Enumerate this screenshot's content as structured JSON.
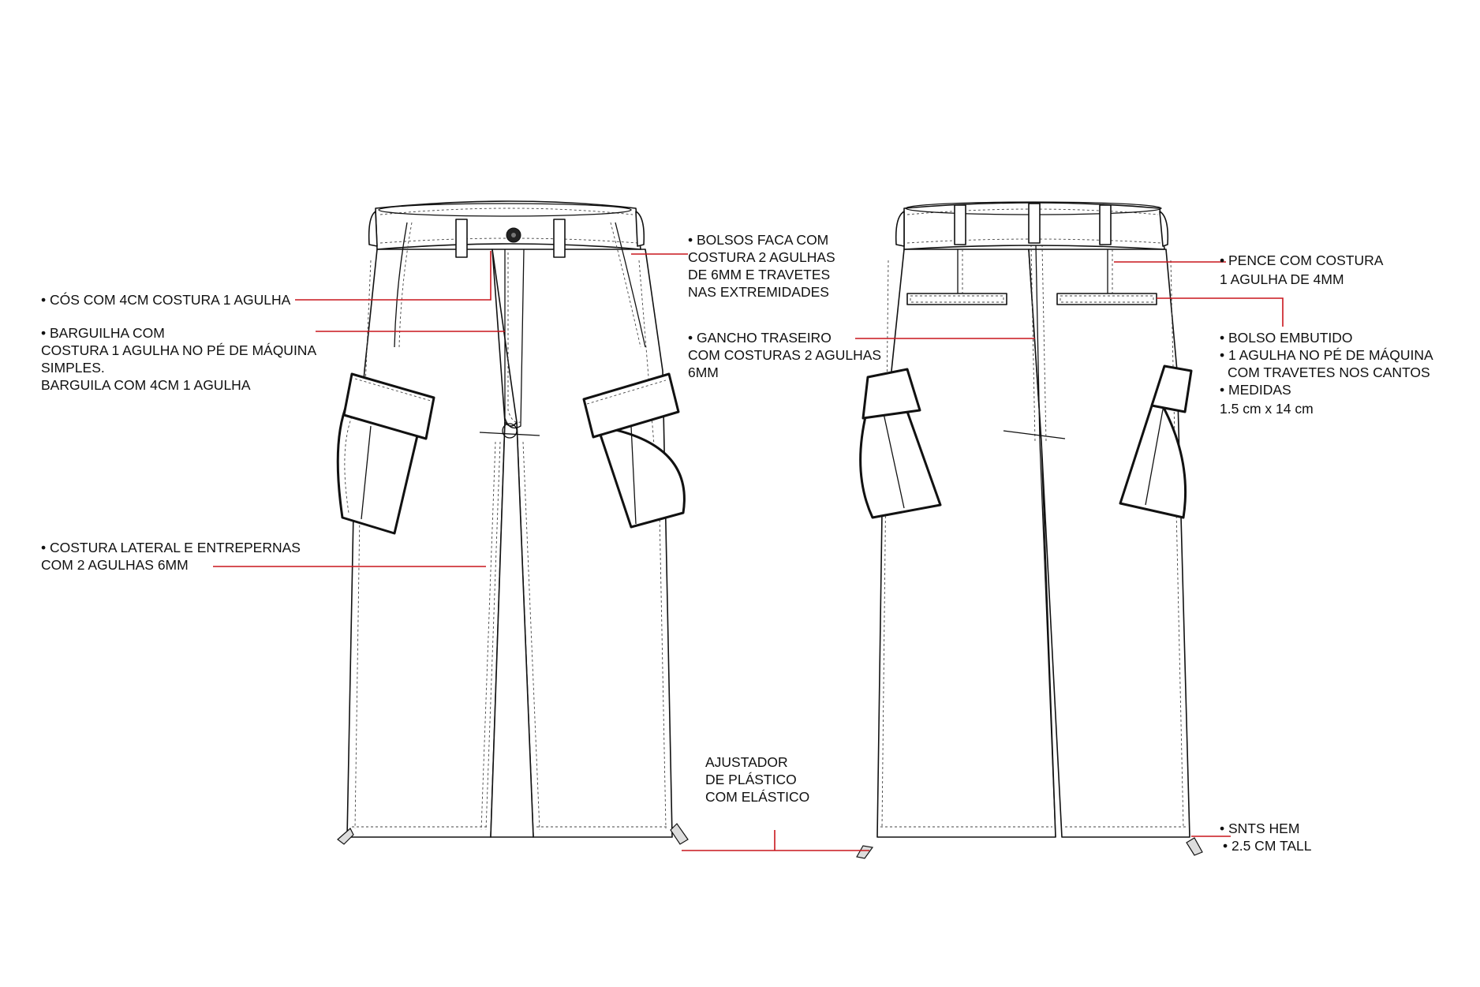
{
  "annotations": {
    "waistband": [
      "• CÓS COM 4CM COSTURA 1 AGULHA"
    ],
    "fly": [
      "• BARGUILHA COM",
      "COSTURA 1 AGULHA NO PÉ DE MÁQUINA",
      "SIMPLES.",
      "BARGUILA COM 4CM 1 AGULHA"
    ],
    "side_seam": [
      "• COSTURA LATERAL E ENTREPERNAS",
      "COM 2 AGULHAS 6MM"
    ],
    "front_pockets": [
      "• BOLSOS FACA COM",
      "COSTURA 2 AGULHAS",
      "DE 6MM E TRAVETES",
      "NAS EXTREMIDADES"
    ],
    "back_rise": [
      "• GANCHO TRASEIRO",
      "COM COSTURAS 2 AGULHAS",
      "6MM"
    ],
    "adjuster": [
      "AJUSTADOR",
      "DE PLÁSTICO",
      "COM ELÁSTICO"
    ],
    "dart": [
      "• PENCE COM COSTURA",
      "1 AGULHA DE 4MM"
    ],
    "welt_pocket": [
      "• BOLSO EMBUTIDO",
      "• 1 AGULHA NO PÉ DE MÁQUINA",
      "COM TRAVETES NOS CANTOS",
      "• MEDIDAS",
      "1.5 cm x 14 cm"
    ],
    "hem": [
      "• SNTS HEM",
      "• 2.5 CM TALL"
    ]
  },
  "colors": {
    "leader": "#c9161d",
    "outline": "#111111",
    "background": "#ffffff"
  },
  "views": [
    "front",
    "back"
  ]
}
